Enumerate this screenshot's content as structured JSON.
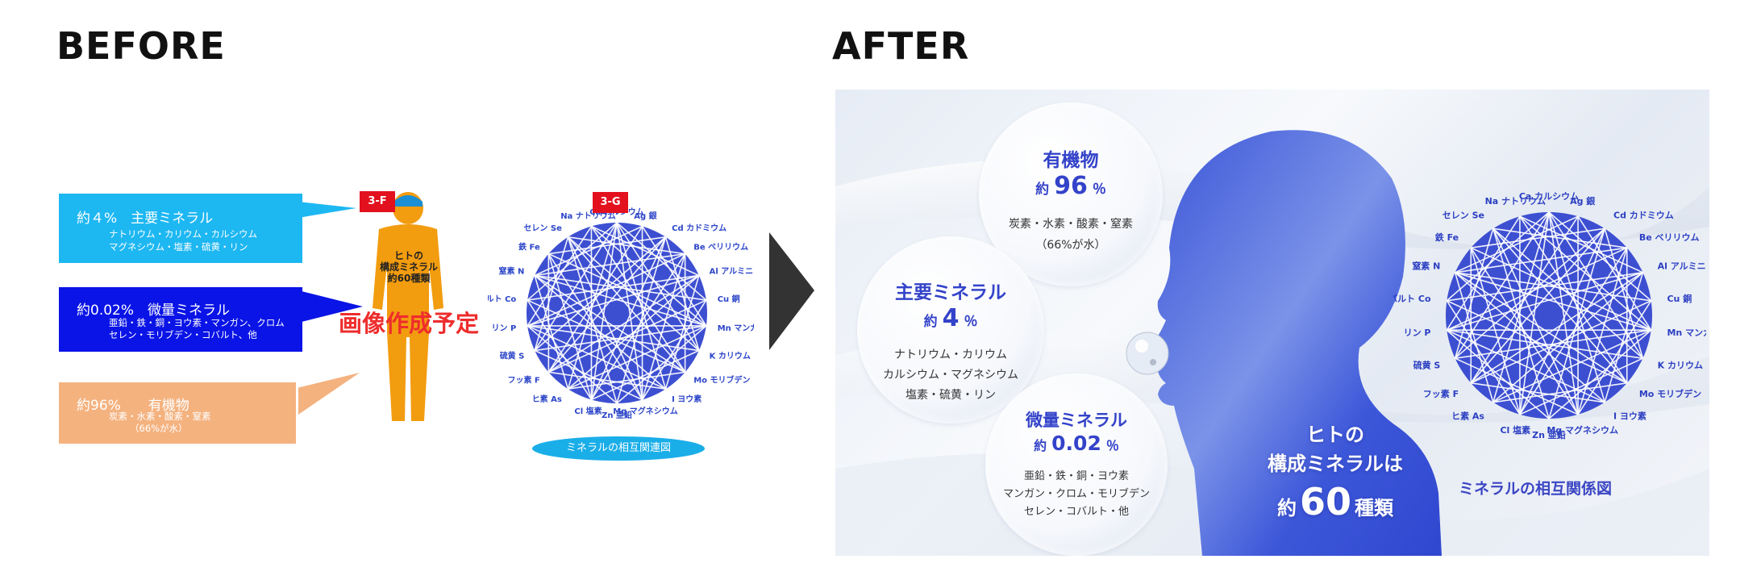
{
  "headings": {
    "before": "BEFORE",
    "after": "AFTER"
  },
  "before": {
    "box_main": {
      "title": "約４%　主要ミネラル",
      "line1": "ナトリウム・カリウム・カルシウム",
      "line2": "マグネシウム・塩素・硫黄・リン"
    },
    "box_trace": {
      "title": "約0.02%　微量ミネラル",
      "line1": "亜鉛・鉄・銅・ヨウ素・マンガン、クロム",
      "line2": "セレン・モリブデン・コバルト、他"
    },
    "box_organic": {
      "title": "約96%　　有機物",
      "line1": "炭素・水素・酸素・窒素",
      "line2": "（66%が水）"
    },
    "tag_f": "3-F",
    "tag_g": "3-G",
    "body_label": [
      "ヒトの",
      "構成ミネラル",
      "約60種類"
    ],
    "placeholder": "画像作成予定",
    "diagram_caption": "ミネラルの相互関連図"
  },
  "after": {
    "organic": {
      "title": "有機物",
      "pre": "約",
      "num": "96",
      "unit": "％",
      "line1": "炭素・水素・酸素・窒素",
      "line2": "（66%が水）"
    },
    "main": {
      "title": "主要ミネラル",
      "pre": "約",
      "num": "4",
      "unit": "％",
      "line1": "ナトリウム・カリウム",
      "line2": "カルシウム・マグネシウム",
      "line3": "塩素・硫黄・リン"
    },
    "trace": {
      "title": "微量ミネラル",
      "pre": "約",
      "num": "0.02",
      "unit": "％",
      "line1": "亜鉛・鉄・銅・ヨウ素",
      "line2": "マンガン・クロム・モリブデン",
      "line3": "セレン・コバルト・他"
    },
    "hero": {
      "line1": "ヒトの",
      "line2": "構成ミネラルは",
      "pre": "約",
      "num": "60",
      "suffix": "種類"
    },
    "diagram_caption": "ミネラルの相互関係図",
    "elements": [
      {
        "sym": "Ca",
        "jp": "カルシウム"
      },
      {
        "sym": "Ag",
        "jp": "銀"
      },
      {
        "sym": "Cd",
        "jp": "カドミウム"
      },
      {
        "sym": "Be",
        "jp": "ベリリウム"
      },
      {
        "sym": "Al",
        "jp": "アルミニウム"
      },
      {
        "sym": "Cu",
        "jp": "銅"
      },
      {
        "sym": "Mn",
        "jp": "マンガン"
      },
      {
        "sym": "K",
        "jp": "カリウム"
      },
      {
        "sym": "Mo",
        "jp": "モリブデン"
      },
      {
        "sym": "I",
        "jp": "ヨウ素"
      },
      {
        "sym": "Mg",
        "jp": "マグネシウム"
      },
      {
        "sym": "Zn",
        "jp": "亜鉛"
      },
      {
        "sym": "Cl",
        "jp": "塩素"
      },
      {
        "sym": "As",
        "jp": "ヒ素"
      },
      {
        "sym": "F",
        "jp": "フッ素"
      },
      {
        "sym": "S",
        "jp": "硫黄"
      },
      {
        "sym": "P",
        "jp": "リン"
      },
      {
        "sym": "Co",
        "jp": "コバルト"
      },
      {
        "sym": "N",
        "jp": "窒素"
      },
      {
        "sym": "Fe",
        "jp": "鉄"
      },
      {
        "sym": "Se",
        "jp": "セレン"
      },
      {
        "sym": "Na",
        "jp": "ナトリウム"
      }
    ]
  },
  "colors": {
    "diagram_blue": "#3d4fd1",
    "accent_text": "#3443c9",
    "tag_red": "#e3101e",
    "placeholder_red": "#ee2d2d"
  }
}
